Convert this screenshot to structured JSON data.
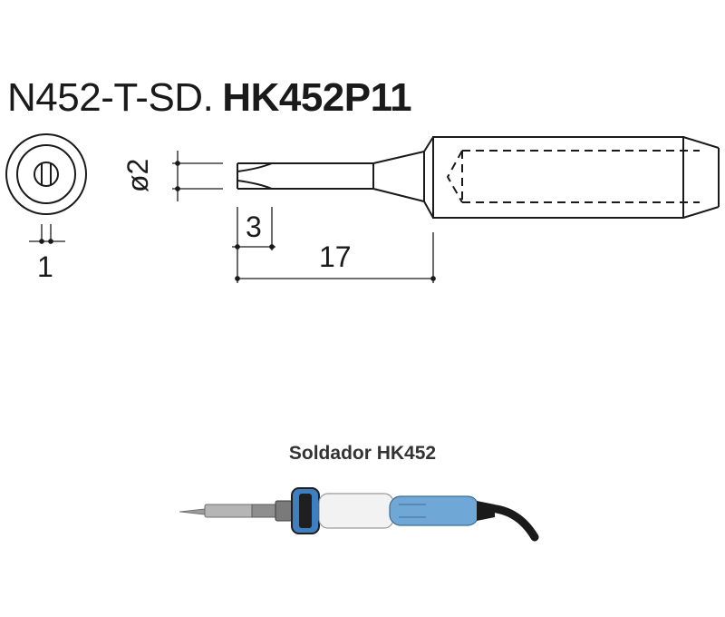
{
  "header": {
    "model_code": "N452-T-SD.",
    "model_name": "HK452P11"
  },
  "dimensions": {
    "front_width": "1",
    "diameter": "ø2",
    "tip_length": "3",
    "total_length": "17"
  },
  "product": {
    "caption": "Soldador HK452",
    "colors": {
      "handle_blue": "#6fa8d6",
      "grip_white": "#f2f2f2",
      "collar_blue": "#3d7fc0",
      "cord": "#1a1a1a"
    }
  }
}
